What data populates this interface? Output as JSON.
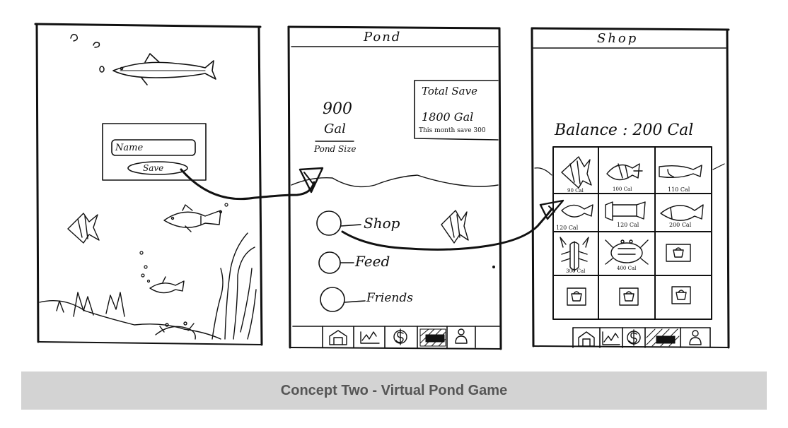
{
  "screen1": {
    "name_field": "Name",
    "save_button": "Save"
  },
  "pond": {
    "title": "Pond",
    "pond_size_value": "900",
    "pond_size_unit": "Gal",
    "pond_size_label": "Pond Size",
    "total_save_label": "Total Save",
    "total_save_value": "1800 Gal",
    "month_note": "This month save 300",
    "menu": [
      {
        "label": "Shop"
      },
      {
        "label": "Feed"
      },
      {
        "label": "Friends"
      }
    ]
  },
  "shop": {
    "title": "Shop",
    "balance": "Balance : 200 Cal",
    "prices": [
      "90 Cal",
      "100 Cal",
      "110 Cal",
      "120 Cal",
      "120 Cal",
      "200 Cal",
      "300 Cal",
      "400 Cal"
    ]
  },
  "caption": "Concept Two - Virtual Pond Game"
}
